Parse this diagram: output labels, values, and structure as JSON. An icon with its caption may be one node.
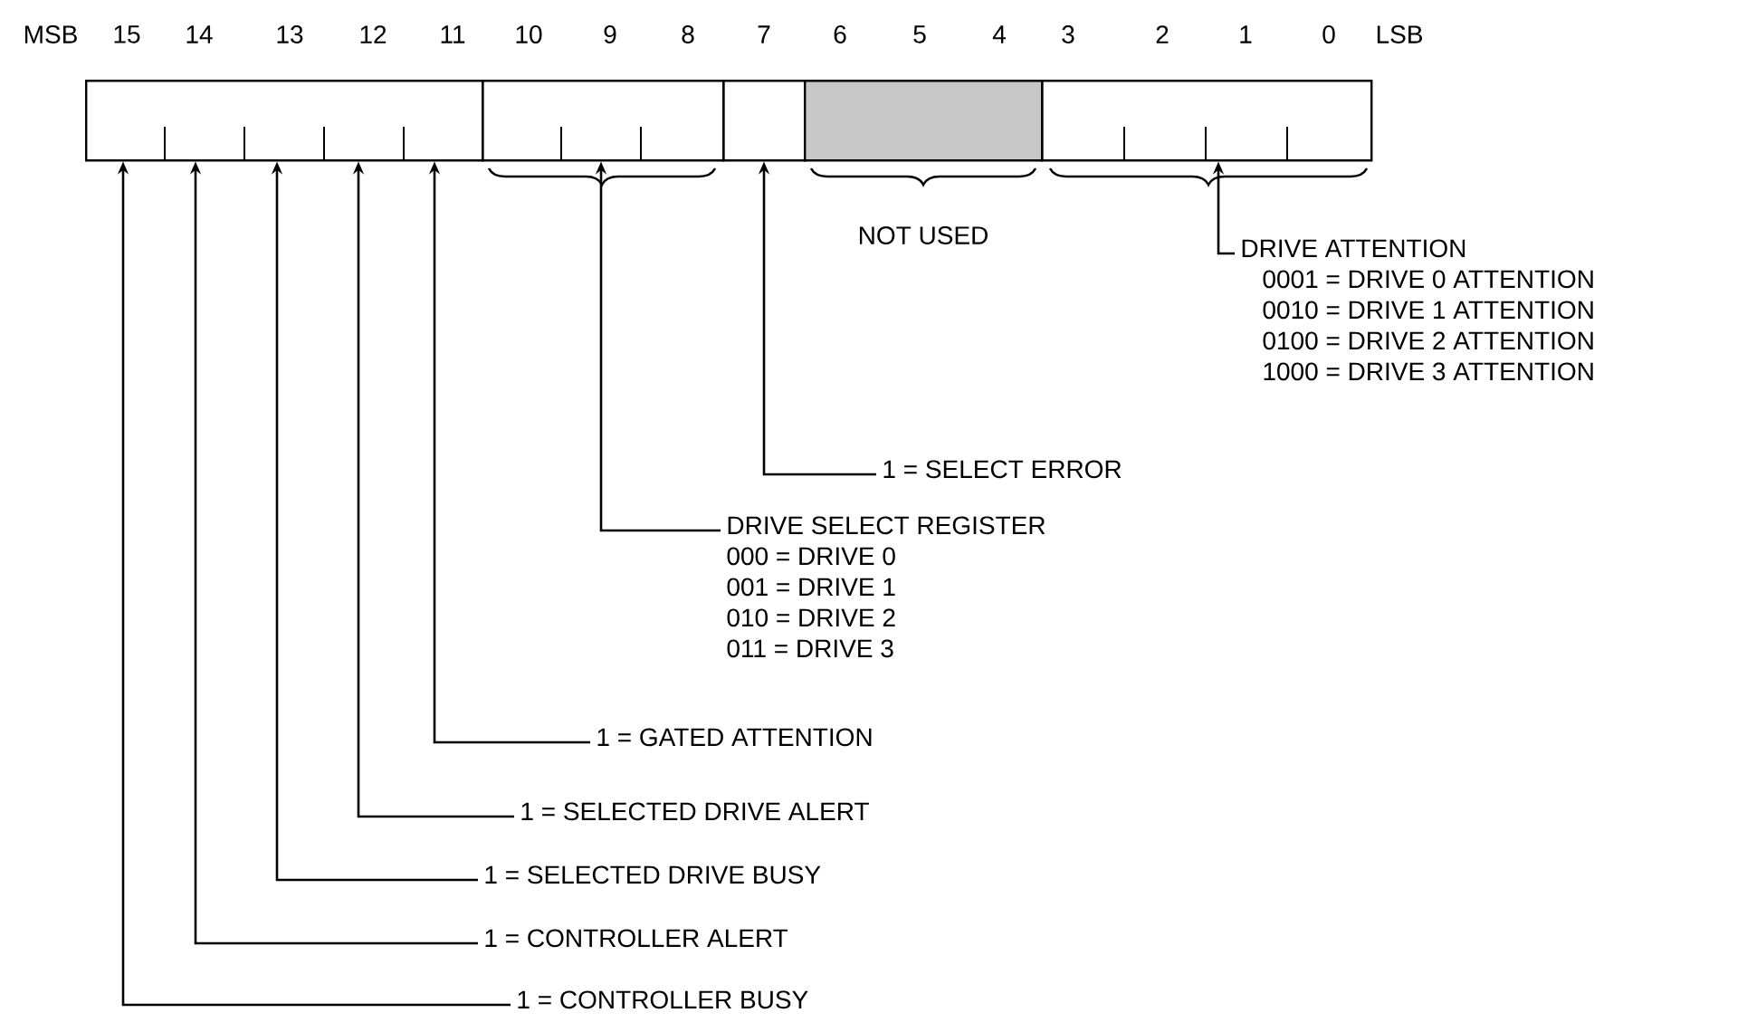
{
  "diagram": {
    "nodes": [
      {
        "text": [],
        "shape": "box"
      },
      {
        "text": [],
        "shape": "box"
      },
      {
        "text": [],
        "shape": "box"
      },
      {
        "text": [],
        "shape": "box"
      },
      {
        "text": [],
        "shape": "box"
      },
      {
        "text": [
          "DRIVE ATTENTION",
          "0001 = DRIVE 0 ATTENTION",
          "0010 = DRIVE 1 ATTENTION",
          "0100 = DRIVE 2 ATTENTION",
          "1000 = DRIVE 3 ATTENTION"
        ]
      },
      {
        "text": [
          "1 = SELECT ERROR"
        ]
      },
      {
        "text": [
          "DRIVE SELECT REGISTER",
          "000 = DRIVE 0",
          "001 = DRIVE 1",
          "010 = DRIVE 2",
          "011 = DRIVE 3"
        ]
      },
      {
        "text": [
          "1 = GATED ATTENTION"
        ]
      },
      {
        "text": [
          "1 = SELECTED DRIVE ALERT"
        ]
      },
      {
        "text": [
          "1 = SELECTED DRIVE BUSY"
        ]
      },
      {
        "text": [
          "1 = CONTROLLER ALERT"
        ]
      },
      {
        "text": [
          "1 = CONTROLLER BUSY"
        ]
      }
    ],
    "edges": [
      {
        "from": 5,
        "to": 4,
        "arrow": "to"
      },
      {
        "from": 6,
        "to": 2,
        "arrow": "to"
      },
      {
        "from": 7,
        "to": 1,
        "arrow": "to"
      },
      {
        "from": 8,
        "to": 0,
        "arrow": "to"
      },
      {
        "from": 9,
        "to": 0,
        "arrow": "to"
      },
      {
        "from": 10,
        "to": 0,
        "arrow": "to"
      },
      {
        "from": 11,
        "to": 0,
        "arrow": "to"
      },
      {
        "from": 12,
        "to": 0,
        "arrow": "to"
      }
    ],
    "labels": [
      "MSB",
      "15",
      "14",
      "13",
      "12",
      "11",
      "10",
      "9",
      "8",
      "7",
      "6",
      "5",
      "4",
      "3",
      "2",
      "1",
      "0",
      "LSB",
      "NOT USED"
    ]
  }
}
